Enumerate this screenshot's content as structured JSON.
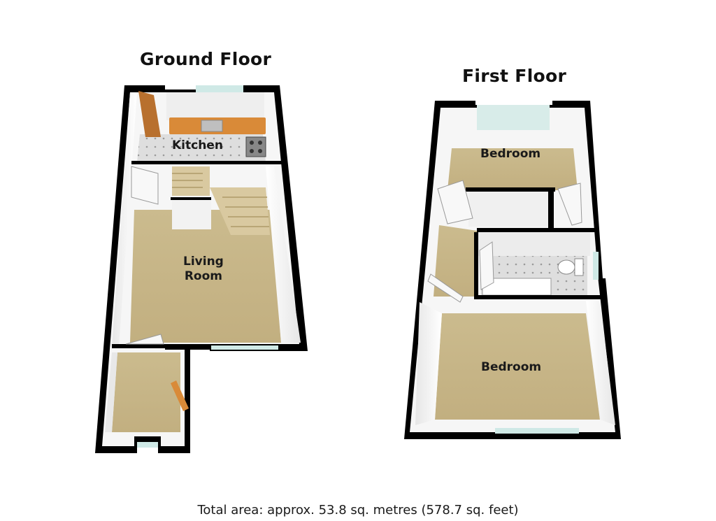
{
  "floors": {
    "ground": {
      "title": "Ground Floor",
      "rooms": {
        "kitchen": "Kitchen",
        "living_line1": "Living",
        "living_line2": "Room"
      }
    },
    "first": {
      "title": "First Floor",
      "rooms": {
        "bedroom_top": "Bedroom",
        "bedroom_bottom": "Bedroom"
      }
    }
  },
  "footer": {
    "total_area": "Total area: approx. 53.8 sq. metres (578.7 sq. feet)"
  },
  "colors": {
    "wall": "#000000",
    "wall_face": "#f4f4f4",
    "carpet": "#c8b78a",
    "kitchen_floor": "#dcdcdc",
    "window_glass": "#cfe9e6",
    "worktop": "#d98a38"
  }
}
